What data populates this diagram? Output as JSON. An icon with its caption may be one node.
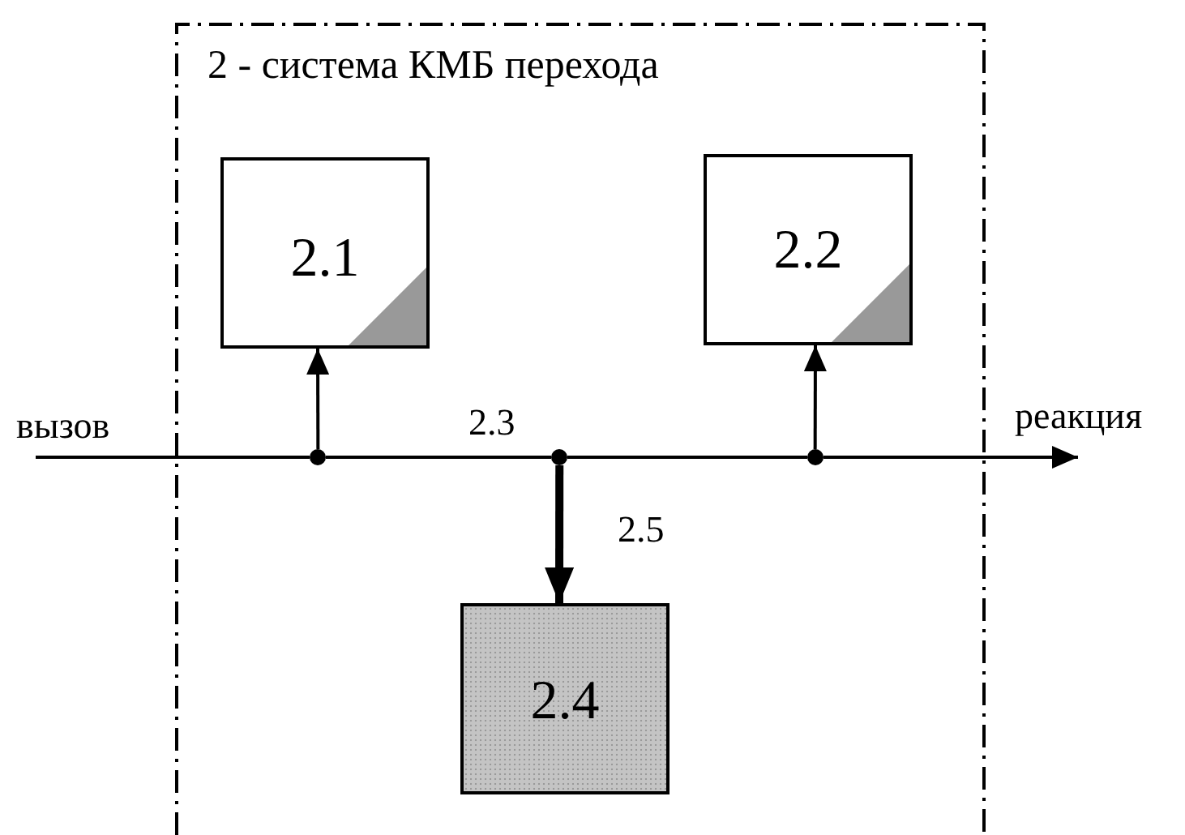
{
  "diagram": {
    "nodes": [
      {
        "text": [
          "2 - система КМБ перехода"
        ]
      },
      {
        "text": [
          "2.1"
        ],
        "in": 0
      },
      {
        "text": [
          "2.2"
        ],
        "in": 0
      },
      {
        "text": [
          "вызов"
        ]
      },
      {
        "text": [
          "реакция"
        ]
      },
      {
        "text": [],
        "shape": "circle",
        "in": 0
      },
      {
        "text": [],
        "shape": "circle",
        "in": 0
      },
      {
        "text": [],
        "shape": "circle",
        "in": 0
      },
      {
        "text": [
          "2.4"
        ],
        "in": 0
      }
    ],
    "edges": [
      {
        "from": 3,
        "to": 5,
        "arrow": "none"
      },
      {
        "from": 5,
        "to": 6,
        "arrow": "none",
        "label": "2.3"
      },
      {
        "from": 6,
        "to": 7,
        "arrow": "none"
      },
      {
        "from": 7,
        "to": 4,
        "arrow": "to"
      },
      {
        "from": 5,
        "to": 1,
        "arrow": "to"
      },
      {
        "from": 7,
        "to": 2,
        "arrow": "to"
      },
      {
        "from": 6,
        "to": 8,
        "arrow": "to",
        "style": "thick",
        "label": "2.5"
      }
    ]
  }
}
